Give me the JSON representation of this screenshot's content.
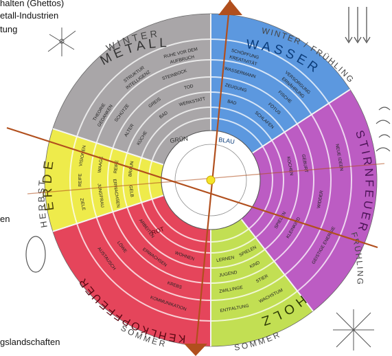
{
  "left_text": {
    "line1": "halten (Ghettos)",
    "line2": "etall-Industrien",
    "line3": "tung",
    "line4": "en",
    "line5": "gslandschaften"
  },
  "seasons": {
    "winter": "WINTER",
    "winter_spring": "WINTER / FRÜHLING",
    "spring": "FRÜHLING",
    "autumn": "HERBST",
    "summer_left": "SOMMER",
    "summer_right": "SOMMER"
  },
  "elements": {
    "metal": "METALL",
    "water": "WASSER",
    "forehead_fire": "STIRNFEUER",
    "wood": "HOLZ",
    "throat_fire": "KEHLKOPFFEUER",
    "earth": "ERDE"
  },
  "segments": {
    "metal": {
      "ring1": [
        "THEORIE",
        "STRUKTUR",
        "RUHE VOR DEM"
      ],
      "ring1b": [
        "GEDANKEN",
        "INTELLIGENZ",
        "AUFBRUCH"
      ],
      "ring2": [
        "SCHÜTZE",
        "STEINBOCK"
      ],
      "ring3": [
        "ALTER",
        "GREIS",
        "TOD"
      ],
      "ring4": [
        "KÜCHE",
        "BAD",
        "WERKSTATT"
      ]
    },
    "water": {
      "ring1": [
        "SCHÖPFUNG",
        "VERSORGUNG"
      ],
      "ring1b": [
        "KREATIVITÄT",
        "ERNÄHRUNG"
      ],
      "ring2": [
        "WASSERMANN",
        "FISCHE"
      ],
      "ring3": [
        "ZEUGUNG",
        "FÖTUS"
      ],
      "ring4": [
        "BAD",
        "SCHLAFEN"
      ]
    },
    "forehead_fire": {
      "ring1": [
        "NEUE IDEEN",
        "GEISTIGE ENERGIE"
      ],
      "ring2": [
        "WIDDER"
      ],
      "ring3": [
        "GEBURT",
        "KLEINKIND"
      ],
      "ring4": [
        "KOCHEN",
        "SPIELEN"
      ]
    },
    "wood": {
      "ring1": [
        "WACHSTUM",
        "ENTFALTUNG"
      ],
      "ring2": [
        "STIER",
        "ZWILLINGE"
      ],
      "ring3": [
        "KIND",
        "JUGEND"
      ],
      "ring4": [
        "SPIELEN",
        "LERNEN"
      ]
    },
    "throat_fire": {
      "ring1": [
        "KOMMUNIKATION",
        "AUSTAUSCH"
      ],
      "ring2": [
        "KREBS",
        "LÖWE"
      ],
      "ring3": [
        "ERWACHSEN"
      ],
      "ring4": [
        "WOHNEN",
        "ARBEITEN"
      ]
    },
    "earth": {
      "ring1": [
        "ZIELE",
        "REIFE",
        "VISIONEN"
      ],
      "ring2": [
        "JUNGFRAU",
        "WAAGE"
      ],
      "ring3": [
        "ERWACHSEN",
        "REIFE"
      ],
      "ring4": [
        "GELB",
        "BRAUN"
      ]
    }
  },
  "center_labels": {
    "top_left": "GRÜN",
    "top_right": "BLAU",
    "bottom_left": "ROT"
  },
  "colors": {
    "metal": "#9a9699",
    "water": "#3f86d9",
    "forehead_fire": "#b03fb8",
    "wood": "#b7d935",
    "throat_fire": "#e0243e",
    "earth": "#ebe82c",
    "axis": "#b14f1d",
    "center": "#f4e42a"
  }
}
